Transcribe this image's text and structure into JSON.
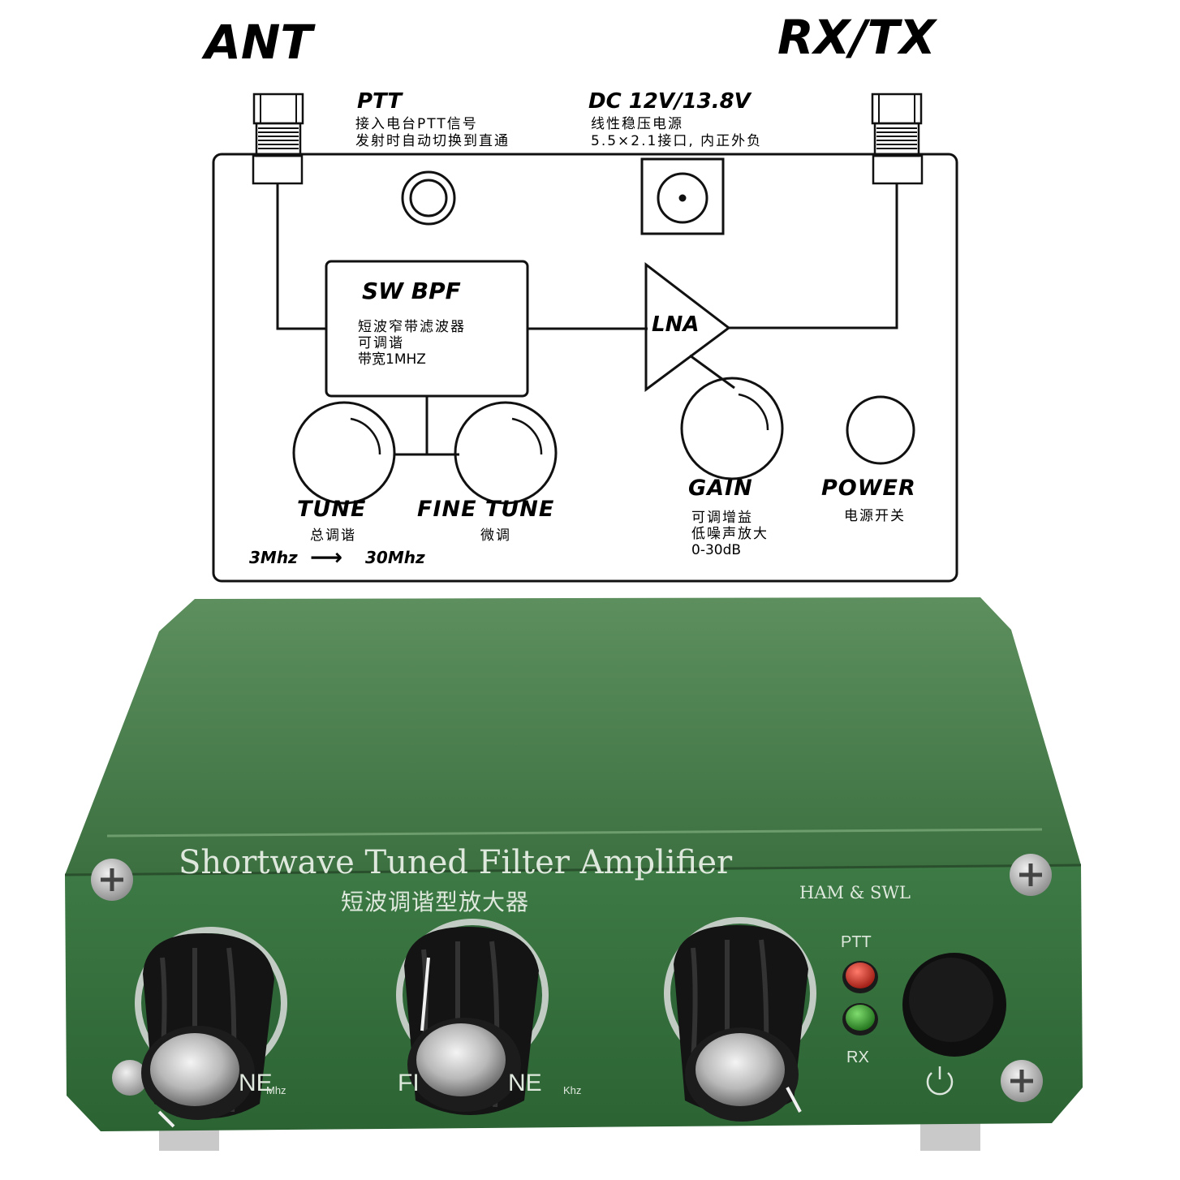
{
  "diagram": {
    "ant_label": "ANT",
    "rxtx_label": "RX/TX",
    "ptt": {
      "title": "PTT",
      "desc1": "接入电台PTT信号",
      "desc2": "发射时自动切换到直通"
    },
    "dc": {
      "title": "DC 12V/13.8V",
      "desc1": "线性稳压电源",
      "desc2": "5.5×2.1接口, 内正外负"
    },
    "bpf": {
      "title": "SW BPF",
      "desc1": "短波窄带滤波器",
      "desc2": "可调谐",
      "desc3": "带宽1MHZ"
    },
    "lna_label": "LNA",
    "tune": {
      "title": "TUNE",
      "desc": "总调谐"
    },
    "fine_tune": {
      "title": "FINE TUNE",
      "desc": "微调"
    },
    "range_start": "3Mhz",
    "range_arrow": "⟶",
    "range_end": "30Mhz",
    "gain": {
      "title": "GAIN",
      "desc1": "可调增益",
      "desc2": "低噪声放大",
      "desc3": "0-30dB"
    },
    "power": {
      "title": "POWER",
      "desc": "电源开关"
    }
  },
  "device": {
    "title": "Shortwave Tuned Filter Amplifier",
    "subtitle_cn": "短波调谐型放大器",
    "ham_swl": "HAM & SWL",
    "led_ptt": "PTT",
    "led_rx": "RX",
    "tune_label_visible": "NE",
    "tune_unit": "Mhz",
    "fine_label_left": "FI",
    "fine_label_right": "NE",
    "fine_unit": "Khz",
    "colors": {
      "body": "#3f7a45",
      "body_dark": "#2a5a31",
      "led_red": "#c4261c",
      "led_green": "#2f9a2a"
    }
  }
}
